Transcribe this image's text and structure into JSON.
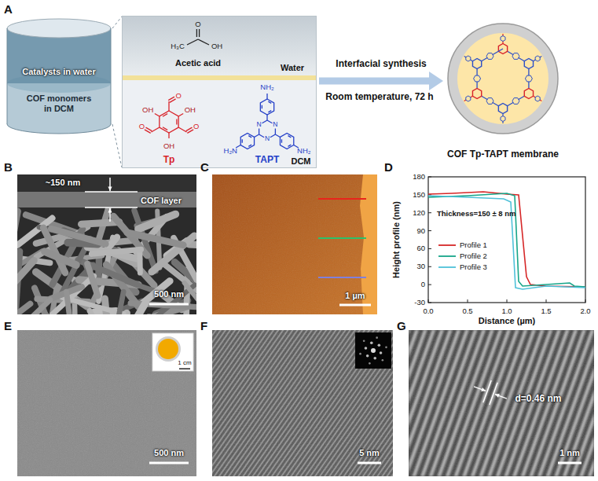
{
  "diagram": {
    "nodes": [
      {
        "text": [
          "Catalysts in water",
          "COF monomers in DCM"
        ]
      },
      {
        "text": [
          "Acetic acid",
          "Water",
          "O",
          "OH",
          "H₃C",
          "O",
          "OH",
          "O",
          "OH",
          "O",
          "OH",
          "Tp",
          "N",
          "N",
          "N",
          "NH₂",
          "H₂N",
          "NH₂",
          "TAPT",
          "DCM"
        ]
      },
      {
        "text": [
          "COF Tp-TAPT membrane"
        ]
      },
      {
        "text": [
          "~150 nm",
          "COF layer",
          "500 nm"
        ]
      },
      {
        "text": [
          "1 µm"
        ]
      },
      {
        "text": [
          "500 nm"
        ]
      },
      {
        "text": [
          "1 cm"
        ],
        "in": 5
      },
      {
        "text": [
          "5 nm"
        ]
      },
      {
        "text": [
          "d=0.46 nm",
          "1 nm"
        ]
      }
    ],
    "edges": [
      {
        "from": 1,
        "to": 2,
        "label": "Interfacial synthesis",
        "arrow": "to"
      }
    ],
    "labels": [
      "A",
      "Room temperature, 72 h",
      "B",
      "C",
      "D",
      "Height profile (nm)",
      "180",
      "150",
      "120",
      "90",
      "60",
      "30",
      "0",
      "-30",
      "0.0",
      "0.5",
      "1.0",
      "1.5",
      "2.0",
      "Distance (µm)",
      "Thickness=150 ± 8 nm",
      "E",
      "F",
      "G"
    ],
    "legend": [
      {
        "text": "Profile 1"
      },
      {
        "text": "Profile 2"
      },
      {
        "text": "Profile 3"
      }
    ]
  }
}
